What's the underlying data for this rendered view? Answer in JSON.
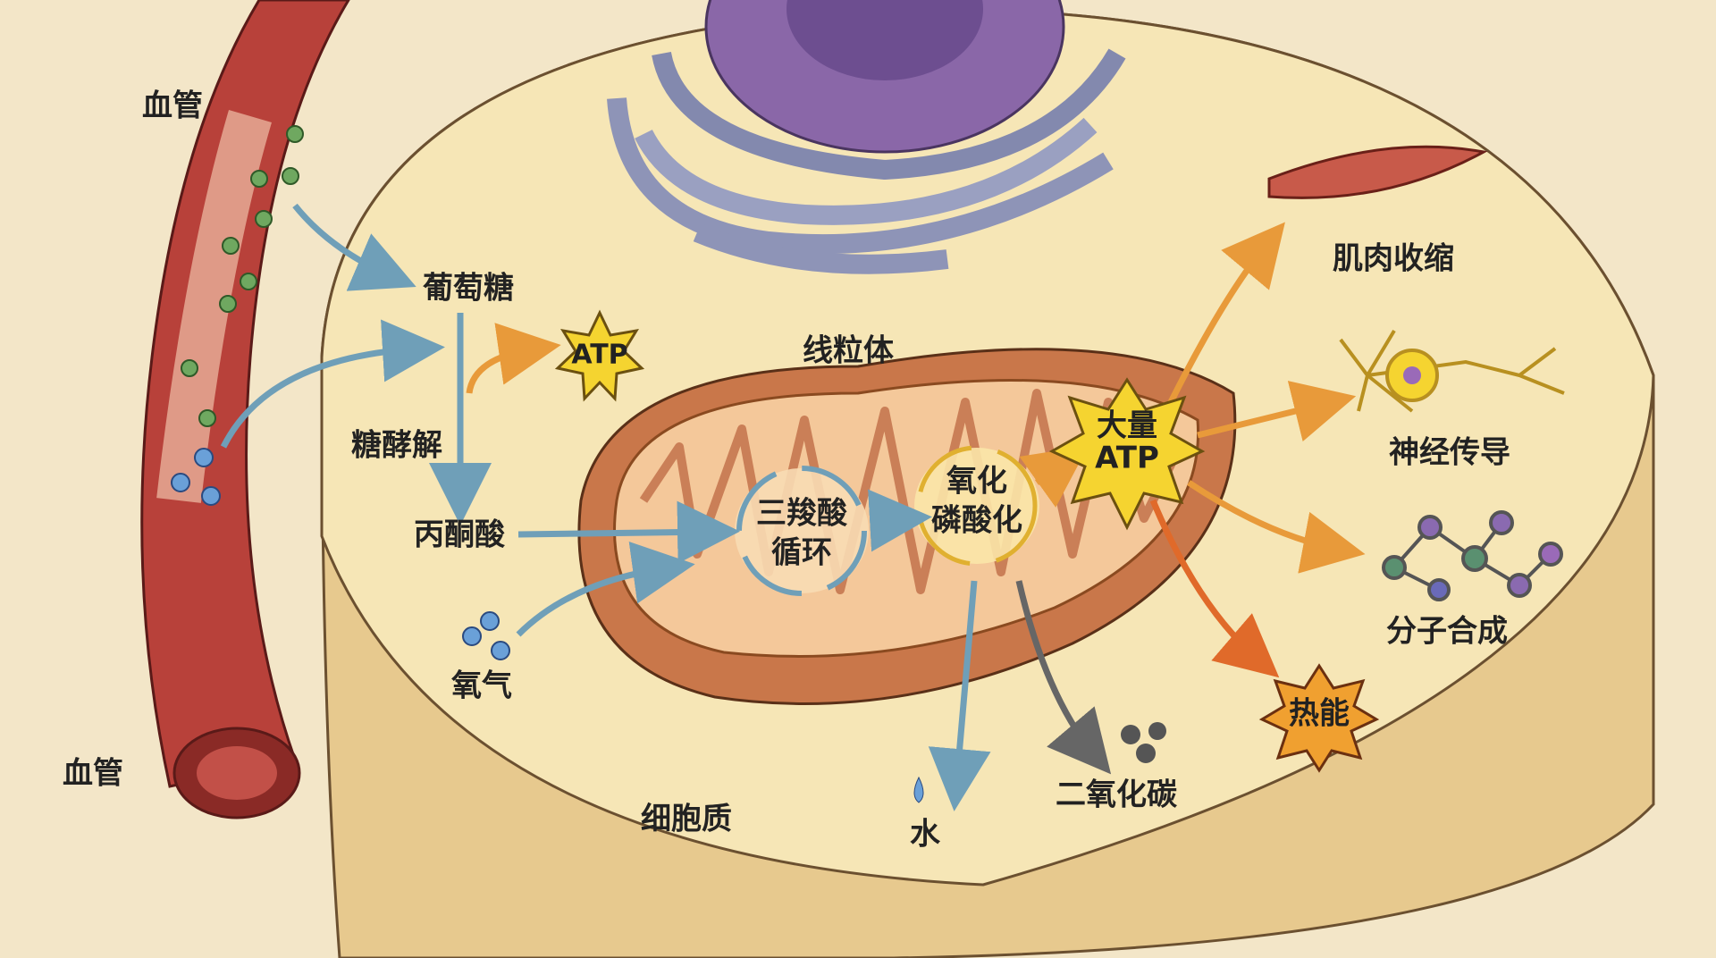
{
  "title": "Cellular respiration in a cell",
  "labels": {
    "blood_vessel_top": "血管",
    "blood_vessel_bottom": "血管",
    "glucose": "葡萄糖",
    "glycolysis": "糖酵解",
    "atp_small": "ATP",
    "pyruvate": "丙酮酸",
    "oxygen": "氧气",
    "mitochondrion": "线粒体",
    "tca_line1": "三羧酸",
    "tca_line2": "循环",
    "oxphos_line1": "氧化",
    "oxphos_line2": "磷酸化",
    "atp_large_line1": "大量",
    "atp_large_line2": "ATP",
    "muscle": "肌肉收缩",
    "nerve": "神经传导",
    "synthesis": "分子合成",
    "heat": "热能",
    "water": "水",
    "co2": "二氧化碳",
    "cytoplasm": "细胞质"
  },
  "colors": {
    "background": "#f3e6c8",
    "vessel": "#b8413a",
    "cell": "#f2dca6",
    "mitochondrion": "#c9774a",
    "arrow_blue": "#6f9fb8",
    "arrow_orange": "#e89a3a",
    "atp_star": "#f5d430",
    "heat_star": "#f0a030",
    "golgi": "#7c86b8",
    "nucleus": "#8a67a8"
  }
}
